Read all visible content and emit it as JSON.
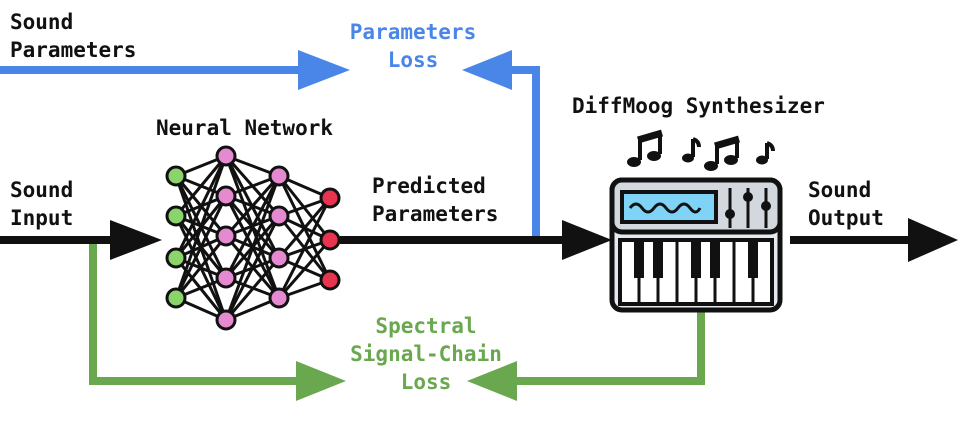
{
  "labels": {
    "sound_params_line1": "Sound",
    "sound_params_line2": "Parameters",
    "params_loss_line1": "Parameters",
    "params_loss_line2": "Loss",
    "neural_network": "Neural Network",
    "diffmoog_synth": "DiffMoog Synthesizer",
    "sound_input_line1": "Sound",
    "sound_input_line2": "Input",
    "predicted_line1": "Predicted",
    "predicted_line2": "Parameters",
    "sound_output_line1": "Sound",
    "sound_output_line2": "Output",
    "spectral_line1": "Spectral",
    "spectral_line2": "Signal-Chain",
    "spectral_line3": "Loss"
  },
  "colors": {
    "main_flow": "#111111",
    "parameters_loss": "#4a86e8",
    "spectral_loss": "#6aa84f",
    "node_green": "#8bd36b",
    "node_pink": "#e58ad0",
    "node_red": "#e8344e",
    "synth_body": "#e6e9ee",
    "synth_screen": "#7fd3f7"
  },
  "icons": {
    "neural_network": "neural-network-icon",
    "synthesizer": "synthesizer-keyboard-icon",
    "music_notes": "music-notes-icon"
  }
}
